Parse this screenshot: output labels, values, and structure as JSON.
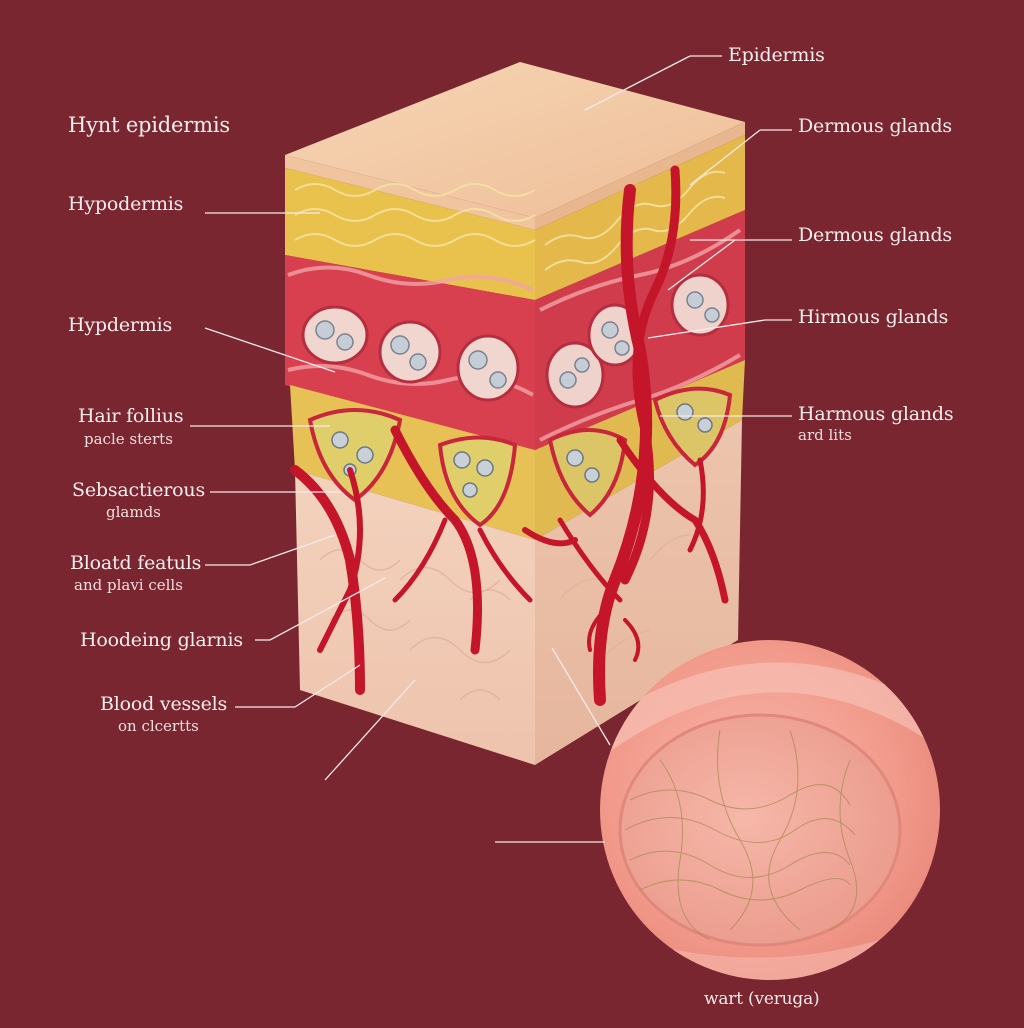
{
  "colors": {
    "background": "#7a2630",
    "epidermis": "#f3c9a4",
    "fat_layer": "#e8c04a",
    "dermis": "#d83a4e",
    "vessel": "#c4172b",
    "hypodermis": "#f2d2c0",
    "wart": "#f4a596",
    "label_text": "#fbeeee",
    "leader_line": "#f5eaea"
  },
  "labels": {
    "left": [
      {
        "title": "Hynt epidermis",
        "sub": ""
      },
      {
        "title": "Hypodermis",
        "sub": ""
      },
      {
        "title": "Hypdermis",
        "sub": ""
      },
      {
        "title": "Hair follius",
        "sub": "pacle sterts"
      },
      {
        "title": "Sebsactierous",
        "sub": "glamds"
      },
      {
        "title": "Bloatd featuls",
        "sub": "and plavi cells"
      },
      {
        "title": "Hoodeing glarnis",
        "sub": ""
      },
      {
        "title": "Blood vessels",
        "sub": "on clcertts"
      }
    ],
    "right": [
      {
        "title": "Epidermis",
        "sub": ""
      },
      {
        "title": "Dermous glands",
        "sub": ""
      },
      {
        "title": "Dermous glands",
        "sub": ""
      },
      {
        "title": "Hirmous glands",
        "sub": ""
      },
      {
        "title": "Harmous glands",
        "sub": "ard lits"
      }
    ],
    "inset": "wart (veruga)"
  },
  "icons": {
    "skin_block": "skin-cross-section-block",
    "wart_inset": "wart-closeup-circle"
  }
}
